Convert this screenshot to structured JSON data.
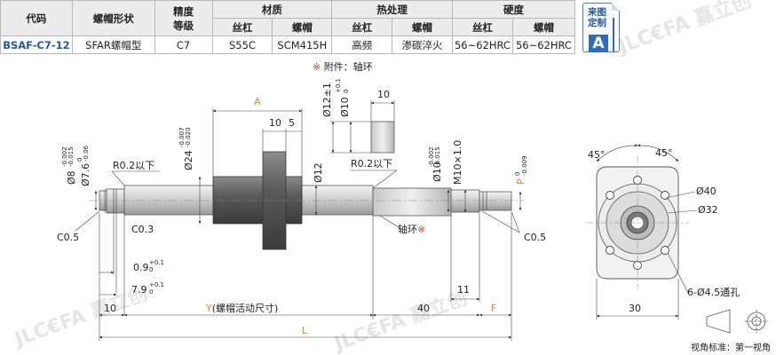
{
  "table": {
    "header_row1": [
      "代码",
      "螺帽形状",
      "精度",
      "材质",
      "热处理",
      "硬度"
    ],
    "precision_sub": "等级",
    "header_row2": [
      "丝杠",
      "螺帽",
      "丝杠",
      "螺帽",
      "丝杠",
      "螺帽"
    ],
    "row": [
      "BSAF-C7-12",
      "SFAR螺帽型",
      "C7",
      "S55C",
      "SCM415H",
      "高频",
      "渗碳淬火",
      "56~62HRC",
      "56~62HRC"
    ]
  },
  "badge": {
    "line1": "来图",
    "line2": "定制",
    "letter": "A"
  },
  "accessory_note": {
    "mark": "※",
    "text": " 附件：轴环"
  },
  "watermark": "JLC€FA 嘉立创",
  "drawing": {
    "dims": {
      "A": "A",
      "d12tol": "Ø12±1",
      "d10": "Ø10",
      "d10_tol_up": "+0.1",
      "d10_tol_lo": "0",
      "w10": "10",
      "n10": "10",
      "n5": "5",
      "d24": "Ø24",
      "d24_tol_up": "-0.007",
      "d24_tol_lo": "-0.020",
      "d8": "Ø8",
      "d8_tol_up": "-0.002",
      "d8_tol_lo": "-0.015",
      "d76": "Ø7.6",
      "d76_tol_up": "0",
      "d76_tol_lo": "-0.06",
      "r02a": "R0.2以下",
      "r02b": "R0.2以下",
      "d12": "Ø12",
      "d10b": "Ø10",
      "d10b_tol_up": "-0.002",
      "d10b_tol_lo": "-0.015",
      "m10": "M10×1.0",
      "P": "P",
      "P_tol_up": "0",
      "P_tol_lo": "-0.009",
      "c05a": "C0.5",
      "c03": "C0.3",
      "collar": "轴环",
      "collar_mark": "※",
      "c05b": "C0.5",
      "d09": "0.9",
      "d09_tol_up": "+0.1",
      "d09_tol_lo": "0",
      "d79": "7.9",
      "d79_tol_up": "+0.1",
      "d79_tol_lo": "0",
      "n11": "11",
      "n10b": "10",
      "Y": "Y(螺帽活动尺寸)",
      "n40": "40",
      "F": "F",
      "L": "L",
      "a45a": "45°",
      "a45b": "45°",
      "d40": "Ø40",
      "d32": "Ø32",
      "holes": "6-Ø4.5通孔",
      "n30": "30"
    },
    "view_note": "视角标准：第一视角"
  }
}
